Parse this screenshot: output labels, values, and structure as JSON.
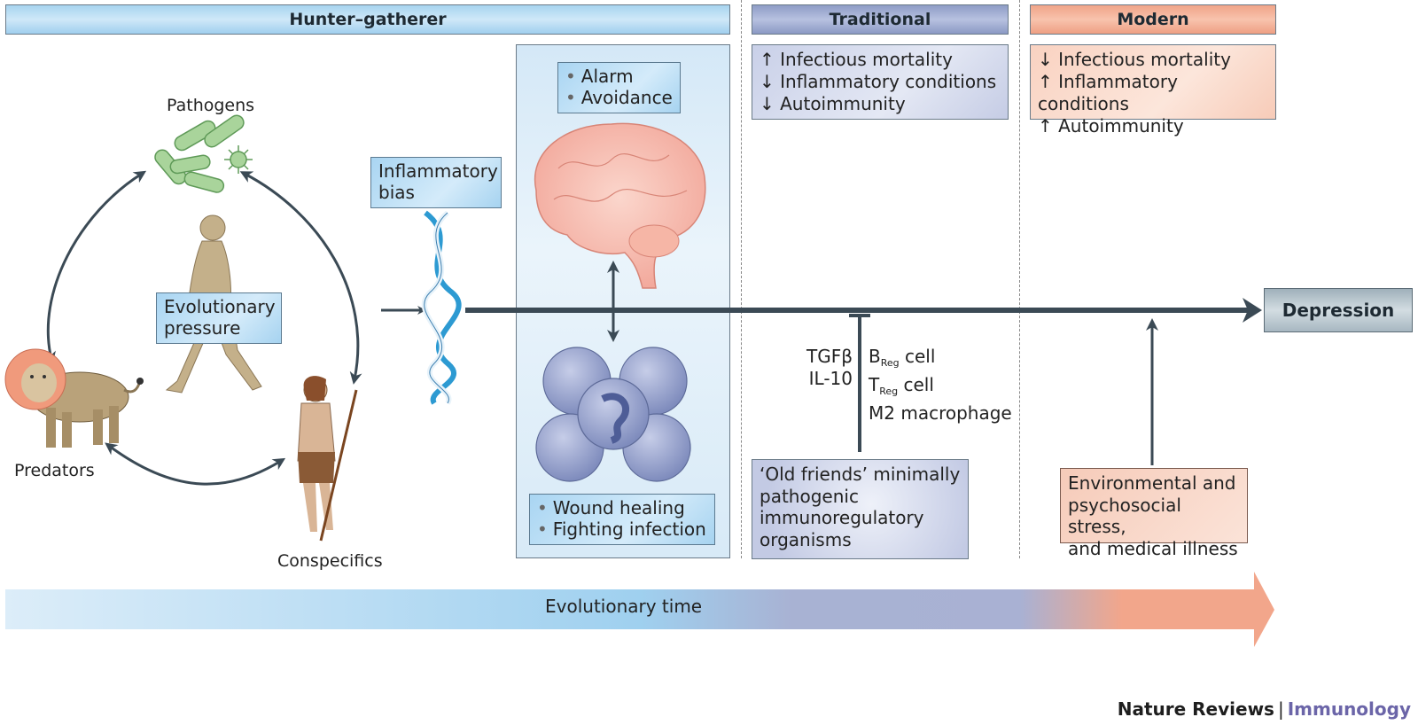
{
  "phases": {
    "hunter_gatherer": "Hunter–gatherer",
    "traditional": "Traditional",
    "modern": "Modern"
  },
  "traditional_effects": [
    "↑ Infectious mortality",
    "↓ Inflammatory conditions",
    "↓ Autoimmunity"
  ],
  "modern_effects": [
    "↓ Infectious mortality",
    "↑ Inflammatory conditions",
    "↑ Autoimmunity"
  ],
  "cycle": {
    "pathogens": "Pathogens",
    "predators": "Predators",
    "conspecifics": "Conspecifics",
    "center_label_line1": "Evolutionary",
    "center_label_line2": "pressure"
  },
  "inflammatory_bias": {
    "line1": "Inflammatory",
    "line2": "bias"
  },
  "brain_functions": [
    "Alarm",
    "Avoidance"
  ],
  "immune_functions": [
    "Wound healing",
    "Fighting infection"
  ],
  "outcome": "Depression",
  "regulation": {
    "cytokines": [
      "TGFβ",
      "IL-10"
    ],
    "cells": [
      {
        "base": "B",
        "sub": "Reg",
        "rest": " cell"
      },
      {
        "base": "T",
        "sub": "Reg",
        "rest": " cell"
      },
      {
        "base": "M2 macrophage",
        "sub": "",
        "rest": ""
      }
    ]
  },
  "old_friends": [
    "‘Old friends’ minimally",
    "pathogenic",
    "immunoregulatory",
    "organisms"
  ],
  "modern_stress": [
    "Environmental and",
    "psychosocial stress,",
    "and medical illness"
  ],
  "time_axis_label": "Evolutionary time",
  "footer": {
    "journal": "Nature Reviews",
    "separator": "|",
    "section": "Immunology"
  },
  "colors": {
    "hunter": "#a7d4ef",
    "traditional": "#8e9cc6",
    "modern": "#f0a488",
    "arrow": "#3b4a55"
  }
}
